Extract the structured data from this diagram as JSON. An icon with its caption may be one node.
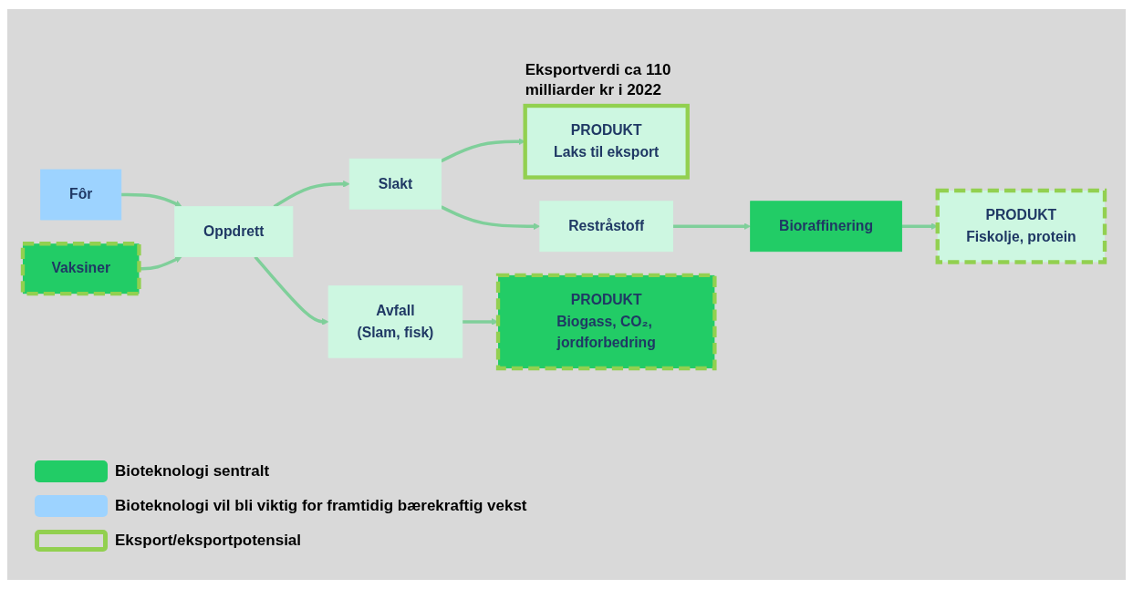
{
  "diagram": {
    "nodes": [
      {
        "text": [
          "Fôr"
        ]
      },
      {
        "text": [
          "Vaksiner"
        ]
      },
      {
        "text": [
          "Oppdrett"
        ]
      },
      {
        "text": [
          "Slakt"
        ]
      },
      {
        "text": [
          "PRODUKT",
          "Laks til eksport"
        ],
        "beside": [
          "Eksportverdi ca 110 milliarder kr i 2022"
        ]
      },
      {
        "text": [
          "Restråstoff"
        ]
      },
      {
        "text": [
          "Avfall",
          "(Slam, fisk)"
        ]
      },
      {
        "text": [
          "Bioraffinering"
        ]
      },
      {
        "text": [
          "PRODUKT",
          "Biogass, CO₂, jordforbedring"
        ]
      },
      {
        "text": [
          "PRODUKT",
          "Fiskolje, protein"
        ]
      }
    ],
    "edges": [
      {
        "from": 0,
        "to": 2,
        "arrow": "to"
      },
      {
        "from": 1,
        "to": 2,
        "arrow": "to"
      },
      {
        "from": 2,
        "to": 3,
        "arrow": "to"
      },
      {
        "from": 2,
        "to": 6,
        "arrow": "to"
      },
      {
        "from": 3,
        "to": 4,
        "arrow": "to"
      },
      {
        "from": 3,
        "to": 5,
        "arrow": "to"
      },
      {
        "from": 5,
        "to": 7,
        "arrow": "to"
      },
      {
        "from": 7,
        "to": 9,
        "arrow": "to"
      },
      {
        "from": 6,
        "to": 8,
        "arrow": "to"
      }
    ],
    "legend": [
      {
        "text": "Bioteknologi sentralt",
        "color": "#22cc66"
      },
      {
        "text": "Bioteknologi vil bli viktig for framtidig bærekraftig vekst",
        "color": "#9dd3ff"
      },
      {
        "text": "Eksport/eksportpotensial"
      }
    ]
  }
}
